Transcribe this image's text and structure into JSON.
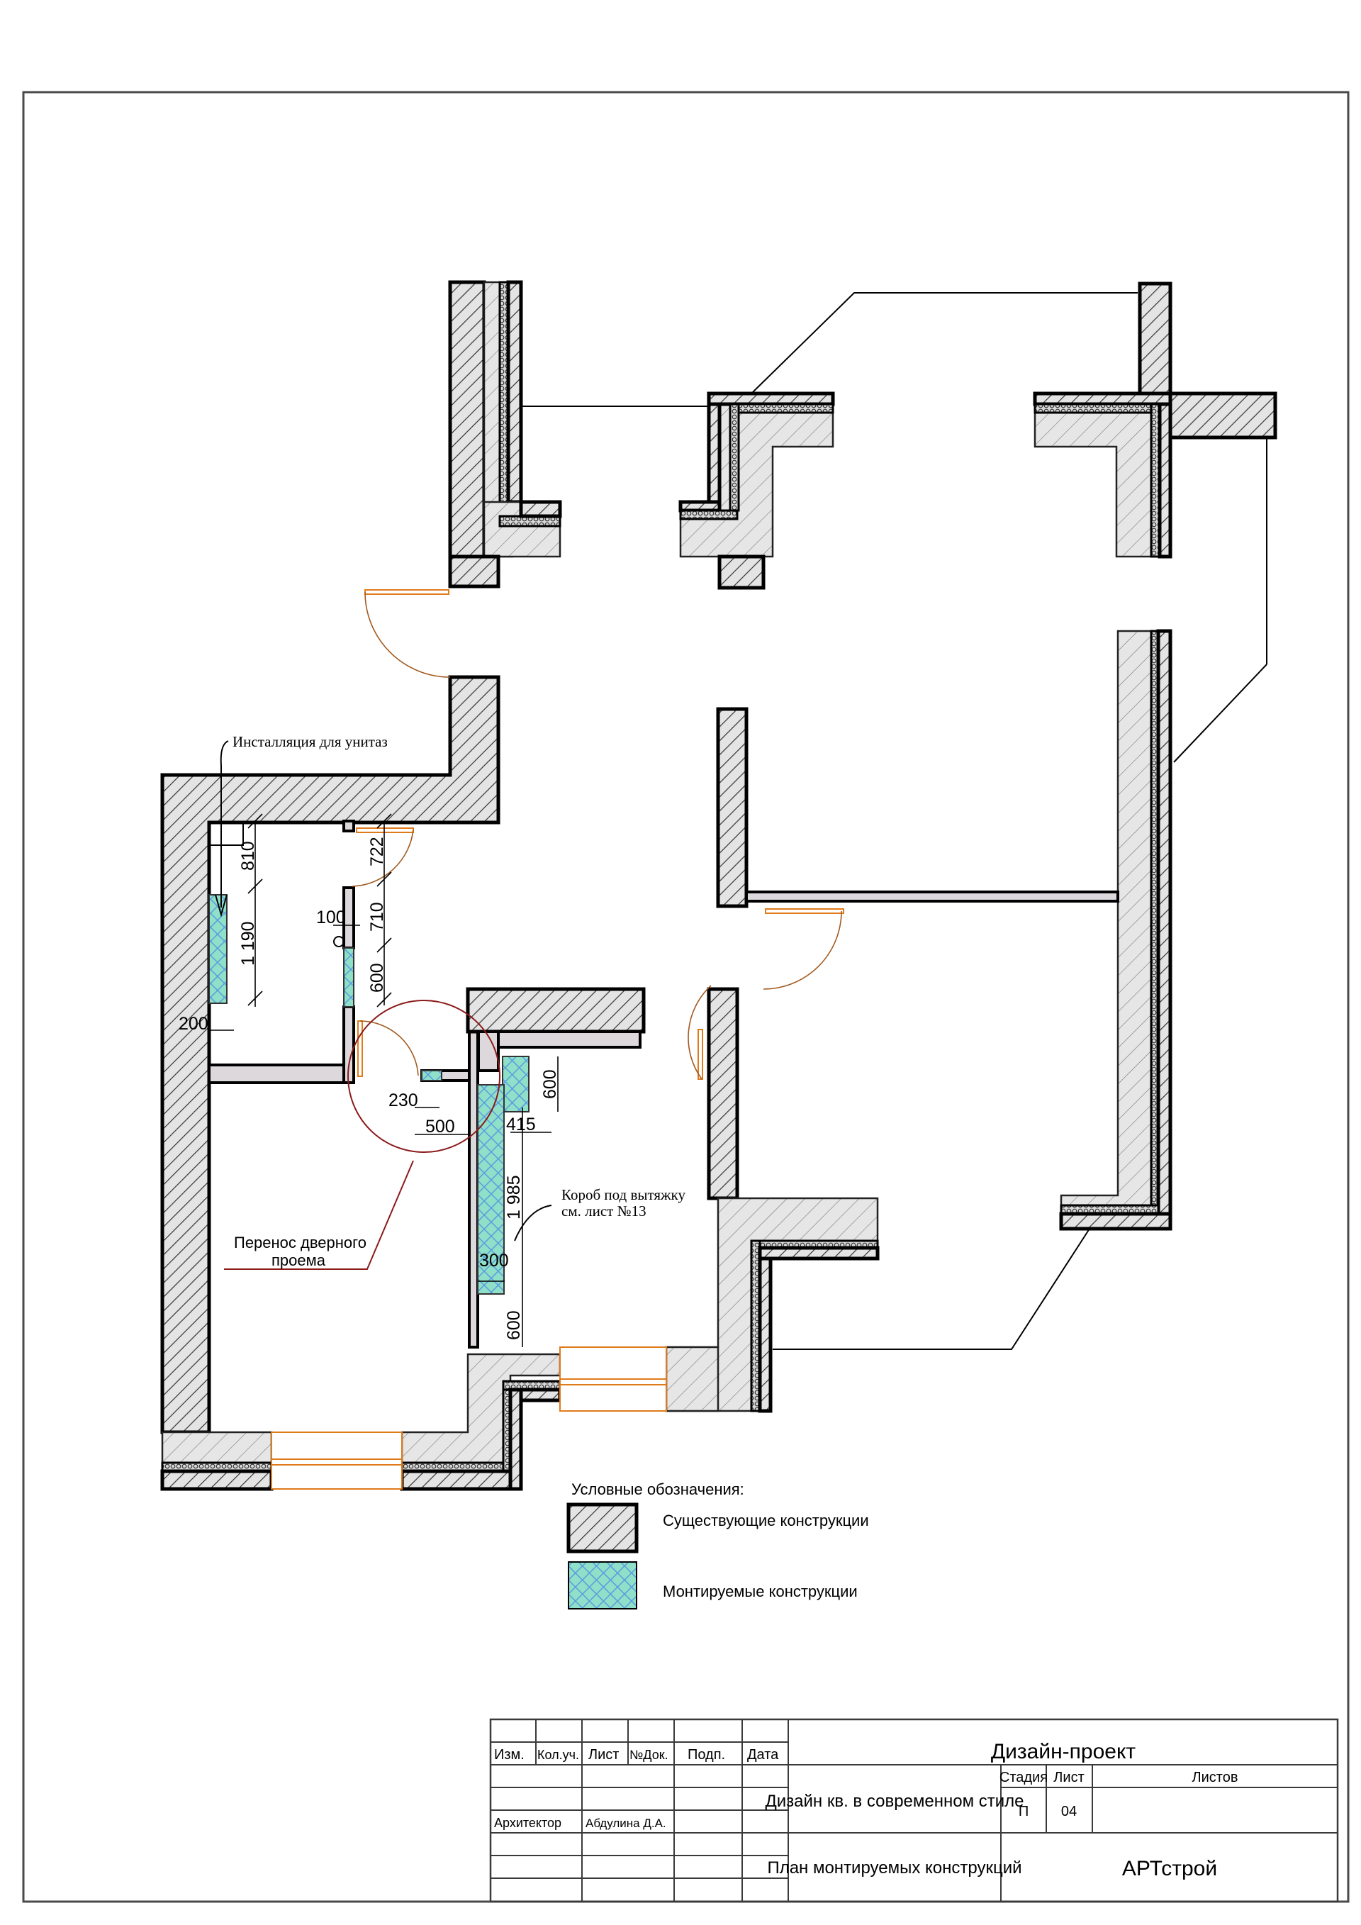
{
  "drawing": {
    "annotations": {
      "toilet_installation": "Инсталляция для унитаз",
      "hood_box_line1": "Короб под вытяжку",
      "hood_box_line2": "см. лист №13",
      "door_relocation_line1": "Перенос дверного",
      "door_relocation_line2": "проема"
    },
    "dimensions": {
      "d810": "810",
      "d1190": "1 190",
      "d722": "722",
      "d710": "710",
      "d600_bath": "600",
      "d100": "100",
      "d200": "200",
      "d230": "230",
      "d500": "500",
      "d415": "415",
      "d600_kitchen_top": "600",
      "d1985": "1 985",
      "d300": "300",
      "d600_kitchen_bottom": "600"
    }
  },
  "legend": {
    "title": "Условные обозначения:",
    "items": [
      {
        "label": "Существующие конструкции",
        "pattern": "diagonal-hatch",
        "color": "#e2e2e2"
      },
      {
        "label": "Монтируемые конструкции",
        "pattern": "cross-hatch",
        "color": "#7fd6c8"
      }
    ]
  },
  "title_block": {
    "headers": [
      "Изм.",
      "Кол.уч.",
      "Лист",
      "№Док.",
      "Подп.",
      "Дата"
    ],
    "role": "Архитектор",
    "person": "Абдулина Д.А.",
    "project_type": "Дизайн-проект",
    "project_name": "Дизайн кв. в современном стиле",
    "sheet_title": "План монтируемых конструкций",
    "stage_label": "Стадия",
    "sheet_label": "Лист",
    "sheets_label": "Листов",
    "stage_value": "П",
    "sheet_value": "04",
    "sheets_value": "",
    "company": "АРТстрой"
  },
  "colors": {
    "new_construction": "#7fd6c8",
    "existing_construction": "#e2e2e2",
    "door_window": "#e07b1a",
    "callout_red": "#8b1a1a"
  }
}
